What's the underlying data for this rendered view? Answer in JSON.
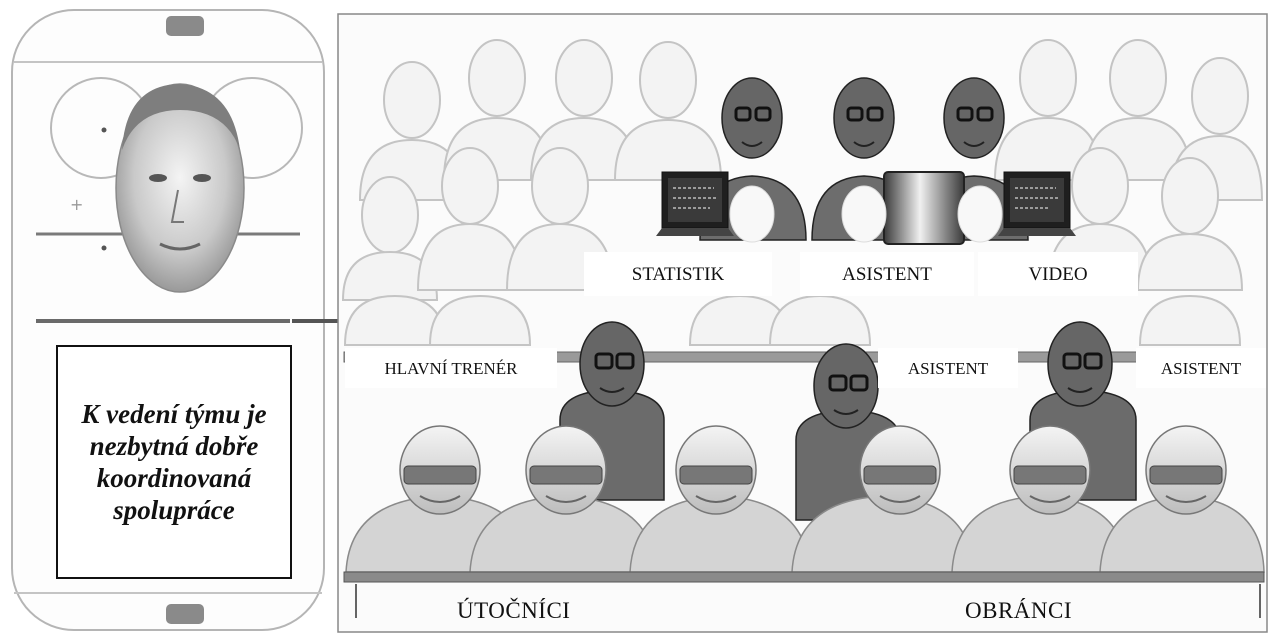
{
  "caption": "K vedení týmu je nezbytná dobře koordinovaná spolupráce",
  "roles": {
    "statistik": "STATISTIK",
    "asistent_top": "ASISTENT",
    "video": "VIDEO",
    "hlavni_trener": "HLAVNÍ TRENÉR",
    "asistent_mid": "ASISTENT",
    "asistent_right": "ASISTENT"
  },
  "groups": {
    "utocnici": "ÚTOČNÍCI",
    "obranci": "OBRÁNCI"
  },
  "colors": {
    "ink": "#111111",
    "figure_fill": "#6d6d6d",
    "crowd_stroke": "#c9c9c9",
    "player_fill": "#d9d9d9",
    "bench": "#8a8a8a"
  },
  "icons": [
    "rink-diagram-icon",
    "coach-portrait-icon",
    "arrow-right-icon",
    "laptop-icon",
    "video-monitor-icon",
    "player-helmet-icon"
  ]
}
